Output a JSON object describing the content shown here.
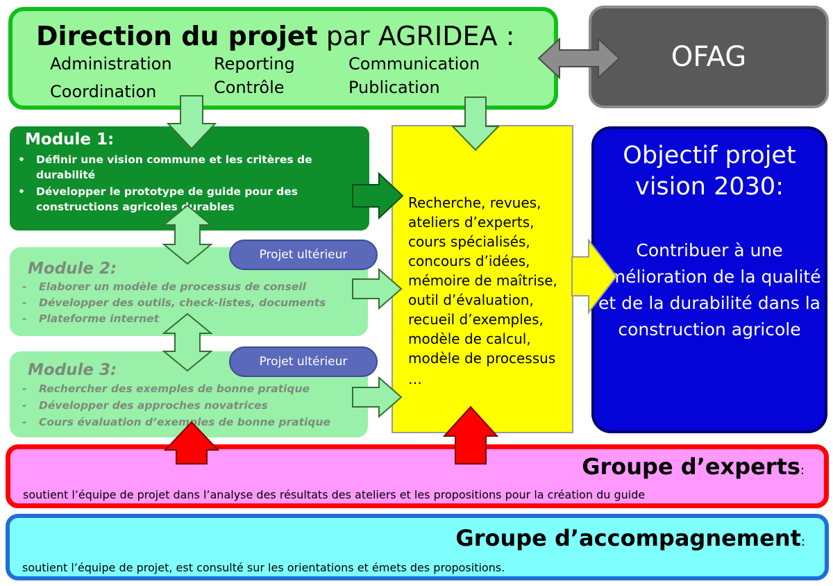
{
  "direction": {
    "title_bold": "Direction du projet",
    "title_rest": " par AGRIDEA :",
    "items": [
      "Administration",
      "Coordination",
      "Reporting",
      "Contrôle",
      "Communication",
      "Publication"
    ]
  },
  "ofag": {
    "label": "OFAG"
  },
  "module1": {
    "title": "Module 1:",
    "bullets": [
      "Définir une vision commune et les critères de durabilité",
      "Développer le prototype de guide pour des constructions agricoles durables"
    ]
  },
  "module2": {
    "title": "Module 2:",
    "items": [
      "Elaborer un modèle de processus de conseil",
      "Développer des outils, check-listes, documents",
      "Plateforme internet"
    ],
    "pill": "Projet ultérieur"
  },
  "module3": {
    "title": "Module 3:",
    "items": [
      "Rechercher des exemples de bonne pratique",
      "Développer des approches novatrices",
      "Cours évaluation d’exemples de bonne pratique"
    ],
    "pill": "Projet ultérieur"
  },
  "research": {
    "lines": [
      "Recherche, revues,",
      "ateliers d’experts,",
      "cours spécialisés,",
      "concours d’idées,",
      "mémoire de maîtrise,",
      "outil d’évaluation,",
      "recueil d’exemples,",
      "modèle de calcul,",
      "modèle de processus",
      "…"
    ]
  },
  "objective": {
    "title": "Objectif projet vision 2030:",
    "text": "Contribuer à une amélioration de la qualité et de la durabilité dans la construction agricole"
  },
  "experts": {
    "title": "Groupe d’experts",
    "colon": ":",
    "text": "soutient l’équipe de projet dans l’analyse des résultats des ateliers et les propositions pour la création du guide"
  },
  "accompagnement": {
    "title": "Groupe d’accompagnement",
    "colon": ":",
    "text": "soutient l’équipe de projet, est consulté sur les orientations et émets des propositions."
  },
  "colors": {
    "direction_bg": "#99f59a",
    "direction_border": "#10bf1a",
    "module1_bg": "#0e8f2c",
    "module_light_bg": "#99f0a8",
    "research_bg": "#ffff00",
    "objective_bg": "#0404d8",
    "experts_bg": "#ff99ff",
    "experts_border": "#ff0000",
    "accomp_bg": "#80ffff",
    "accomp_border": "#1f6ed6",
    "arrow_green": "#99f0a8",
    "arrow_dark": "#0e8f2c",
    "arrow_red": "#ff0000"
  }
}
